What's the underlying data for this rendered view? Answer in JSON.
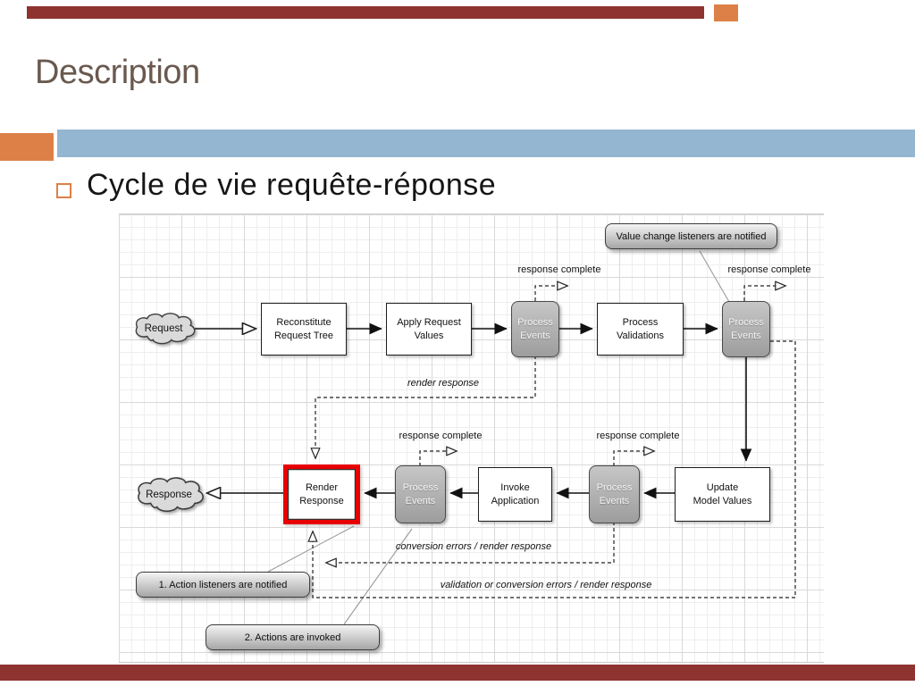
{
  "slide": {
    "title": "Description",
    "bullet_text": "Cycle de vie requête-réponse"
  },
  "colors": {
    "bar_red": "#8E3330",
    "accent_orange": "#DD8047",
    "band_blue": "#95B6D1",
    "title_brown": "#6A594F",
    "highlight_red": "#E80000"
  },
  "diagram": {
    "clouds": [
      {
        "label": "Request"
      },
      {
        "label": "Response"
      }
    ],
    "boxes": [
      {
        "line1": "Reconstitute",
        "line2": "Request Tree"
      },
      {
        "line1": "Apply Request",
        "line2": "Values"
      },
      {
        "line1": "Process",
        "line2": "Events"
      },
      {
        "line1": "Process",
        "line2": "Validations"
      },
      {
        "line1": "Process",
        "line2": "Events"
      },
      {
        "line1": "Render",
        "line2": "Response"
      },
      {
        "line1": "Process",
        "line2": "Events"
      },
      {
        "line1": "Invoke",
        "line2": "Application"
      },
      {
        "line1": "Process",
        "line2": "Events"
      },
      {
        "line1": "Update",
        "line2": "Model Values"
      }
    ],
    "callouts": [
      {
        "text": "Value change listeners are notified"
      },
      {
        "text": "1. Action listeners are notified"
      },
      {
        "text": "2. Actions are invoked"
      }
    ],
    "flow_labels": [
      {
        "text": "response complete"
      },
      {
        "text": "response complete"
      },
      {
        "text": "render response"
      },
      {
        "text": "response complete"
      },
      {
        "text": "response complete"
      },
      {
        "text": "conversion errors / render response"
      },
      {
        "text": "validation or conversion errors / render response"
      }
    ]
  }
}
